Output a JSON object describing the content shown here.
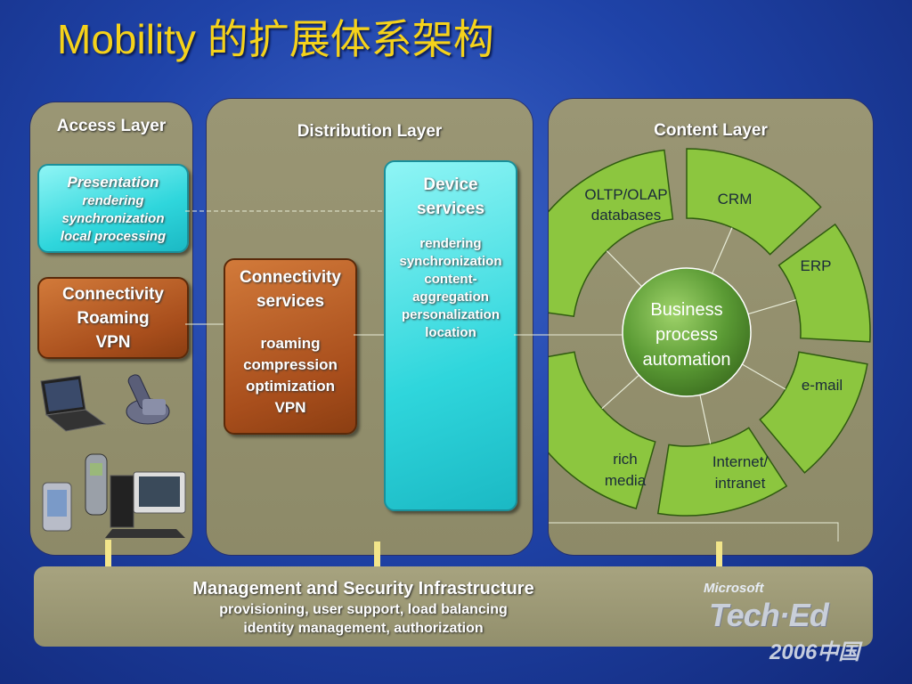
{
  "title": "Mobility 的扩展体系架构",
  "access_layer": {
    "title": "Access Layer",
    "presentation": {
      "heading": "Presentation",
      "lines": [
        "rendering",
        "synchronization",
        "local processing"
      ]
    },
    "connectivity": {
      "lines": [
        "Connectivity",
        "Roaming",
        "VPN"
      ]
    }
  },
  "distribution_layer": {
    "title": "Distribution Layer",
    "connectivity_services": {
      "heading": [
        "Connectivity",
        "services"
      ],
      "lines": [
        "roaming",
        "compression",
        "optimization",
        "VPN"
      ]
    },
    "device_services": {
      "heading": [
        "Device",
        "services"
      ],
      "lines": [
        "rendering",
        "synchronization",
        "content-",
        "aggregation",
        "personalization",
        "location"
      ]
    }
  },
  "content_layer": {
    "title": "Content Layer",
    "center": [
      "Business",
      "process",
      "automation"
    ],
    "segments": {
      "oltp": [
        "OLTP/OLAP",
        "databases"
      ],
      "crm": [
        "CRM"
      ],
      "erp": [
        "ERP"
      ],
      "email": [
        "e-mail"
      ],
      "internet": [
        "Internet/",
        "intranet"
      ],
      "rich_media": [
        "rich",
        "media"
      ]
    }
  },
  "management": {
    "title": "Management and Security Infrastructure",
    "lines": [
      "provisioning, user support, load balancing",
      "identity management, authorization"
    ]
  },
  "logo": {
    "top": "Microsoft",
    "main": "Tech·Ed",
    "year": "2006中国"
  },
  "colors": {
    "title": "#f5d21b",
    "segment": "#8cc63f",
    "center": "#5a9a34",
    "cyan": "#2fd6dc",
    "brown": "#a84e1c"
  }
}
